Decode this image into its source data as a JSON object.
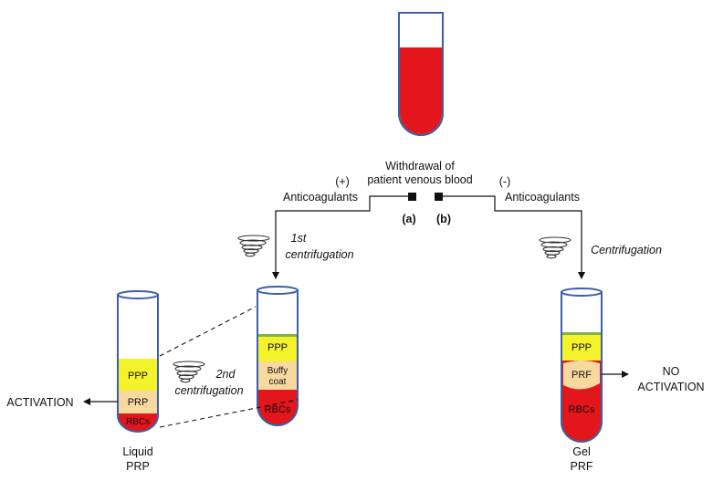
{
  "top": {
    "withdrawal_line1": "Withdrawal of",
    "withdrawal_line2": "patient venous blood"
  },
  "branch_a": {
    "sign": "(+)",
    "label": "Anticoagulants",
    "marker": "(a)",
    "step1_line1": "1st",
    "step1_line2": "centrifugation",
    "step2_line1": "2nd",
    "step2_line2": "centrifugation",
    "tube_after_first": {
      "layer_top": "PPP",
      "layer_mid_line1": "Buffy",
      "layer_mid_line2": "coat",
      "layer_bottom": "RBCs"
    },
    "tube_final": {
      "layer_top": "PPP",
      "layer_mid": "PRP",
      "layer_bottom": "RBCs"
    },
    "outcome": "ACTIVATION",
    "product_line1": "Liquid",
    "product_line2": "PRP"
  },
  "branch_b": {
    "sign": "(-)",
    "label": "Anticoagulants",
    "marker": "(b)",
    "step": "Centrifugation",
    "tube": {
      "layer_top": "PPP",
      "layer_mid": "PRF",
      "layer_bottom": "RBCs"
    },
    "outcome_line1": "NO",
    "outcome_line2": "ACTIVATION",
    "product_line1": "Gel",
    "product_line2": "PRF"
  },
  "colors": {
    "blood": "#e3161b",
    "plasma_ppp": "#f4f22a",
    "buffy": "#f7d9a0",
    "prp": "#f7d9a0",
    "prf": "#f7d9a0",
    "tube_outline": "#3b5fa8",
    "green_band": "#7ab648"
  }
}
